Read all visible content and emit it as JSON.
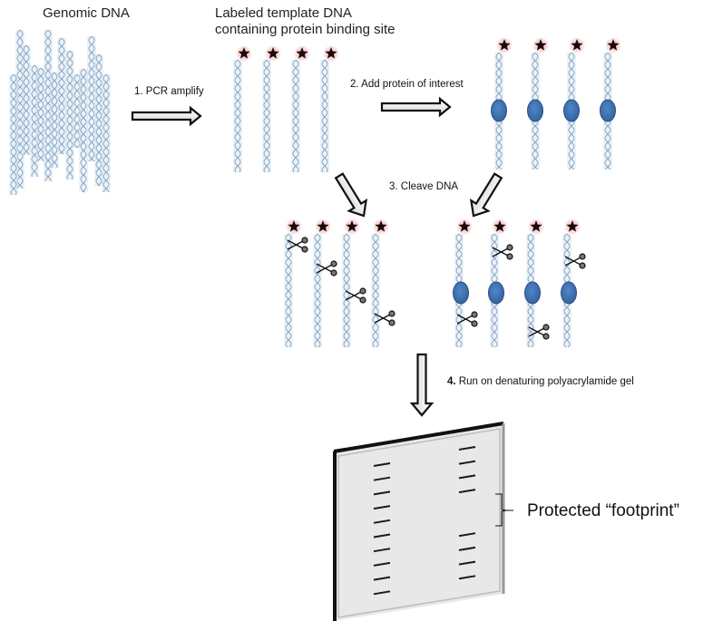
{
  "labels": {
    "genomic_dna": "Genomic DNA",
    "template_line1": "Labeled template DNA",
    "template_line2": "containing protein binding site",
    "step1": "1. PCR amplify",
    "step2": "2. Add protein of interest",
    "step3": "3. Cleave DNA",
    "step4_number": "4.",
    "step4_text": " Run on denaturing polyacrylamide gel",
    "footprint": "Protected “footprint”"
  },
  "colors": {
    "dna_strand": "#8fa3bd",
    "dna_glow": "#cfe4f3",
    "label_glow": "#f7c4c8",
    "star": "#1a0a0a",
    "protein": "#3e74b8",
    "protein_edge": "#2a4f84",
    "gel_fill": "#e8e8e8",
    "gel_edge": "#111111",
    "band": "#1a1a1a"
  },
  "icons": {
    "label": "star-icon",
    "cleavage": "scissors-icon",
    "protein": "protein-oval-icon",
    "flow": "block-arrow-icon"
  },
  "gel": {
    "lanes": [
      {
        "name": "no-protein",
        "band_count": 10,
        "bands": [
          1,
          2,
          3,
          4,
          5,
          6,
          7,
          8,
          9,
          10
        ]
      },
      {
        "name": "with-protein",
        "band_count": 8,
        "bands": [
          0,
          1,
          2,
          3,
          6,
          7,
          8,
          9
        ]
      }
    ],
    "protected_region": "bands 4-6 missing in protein lane"
  }
}
